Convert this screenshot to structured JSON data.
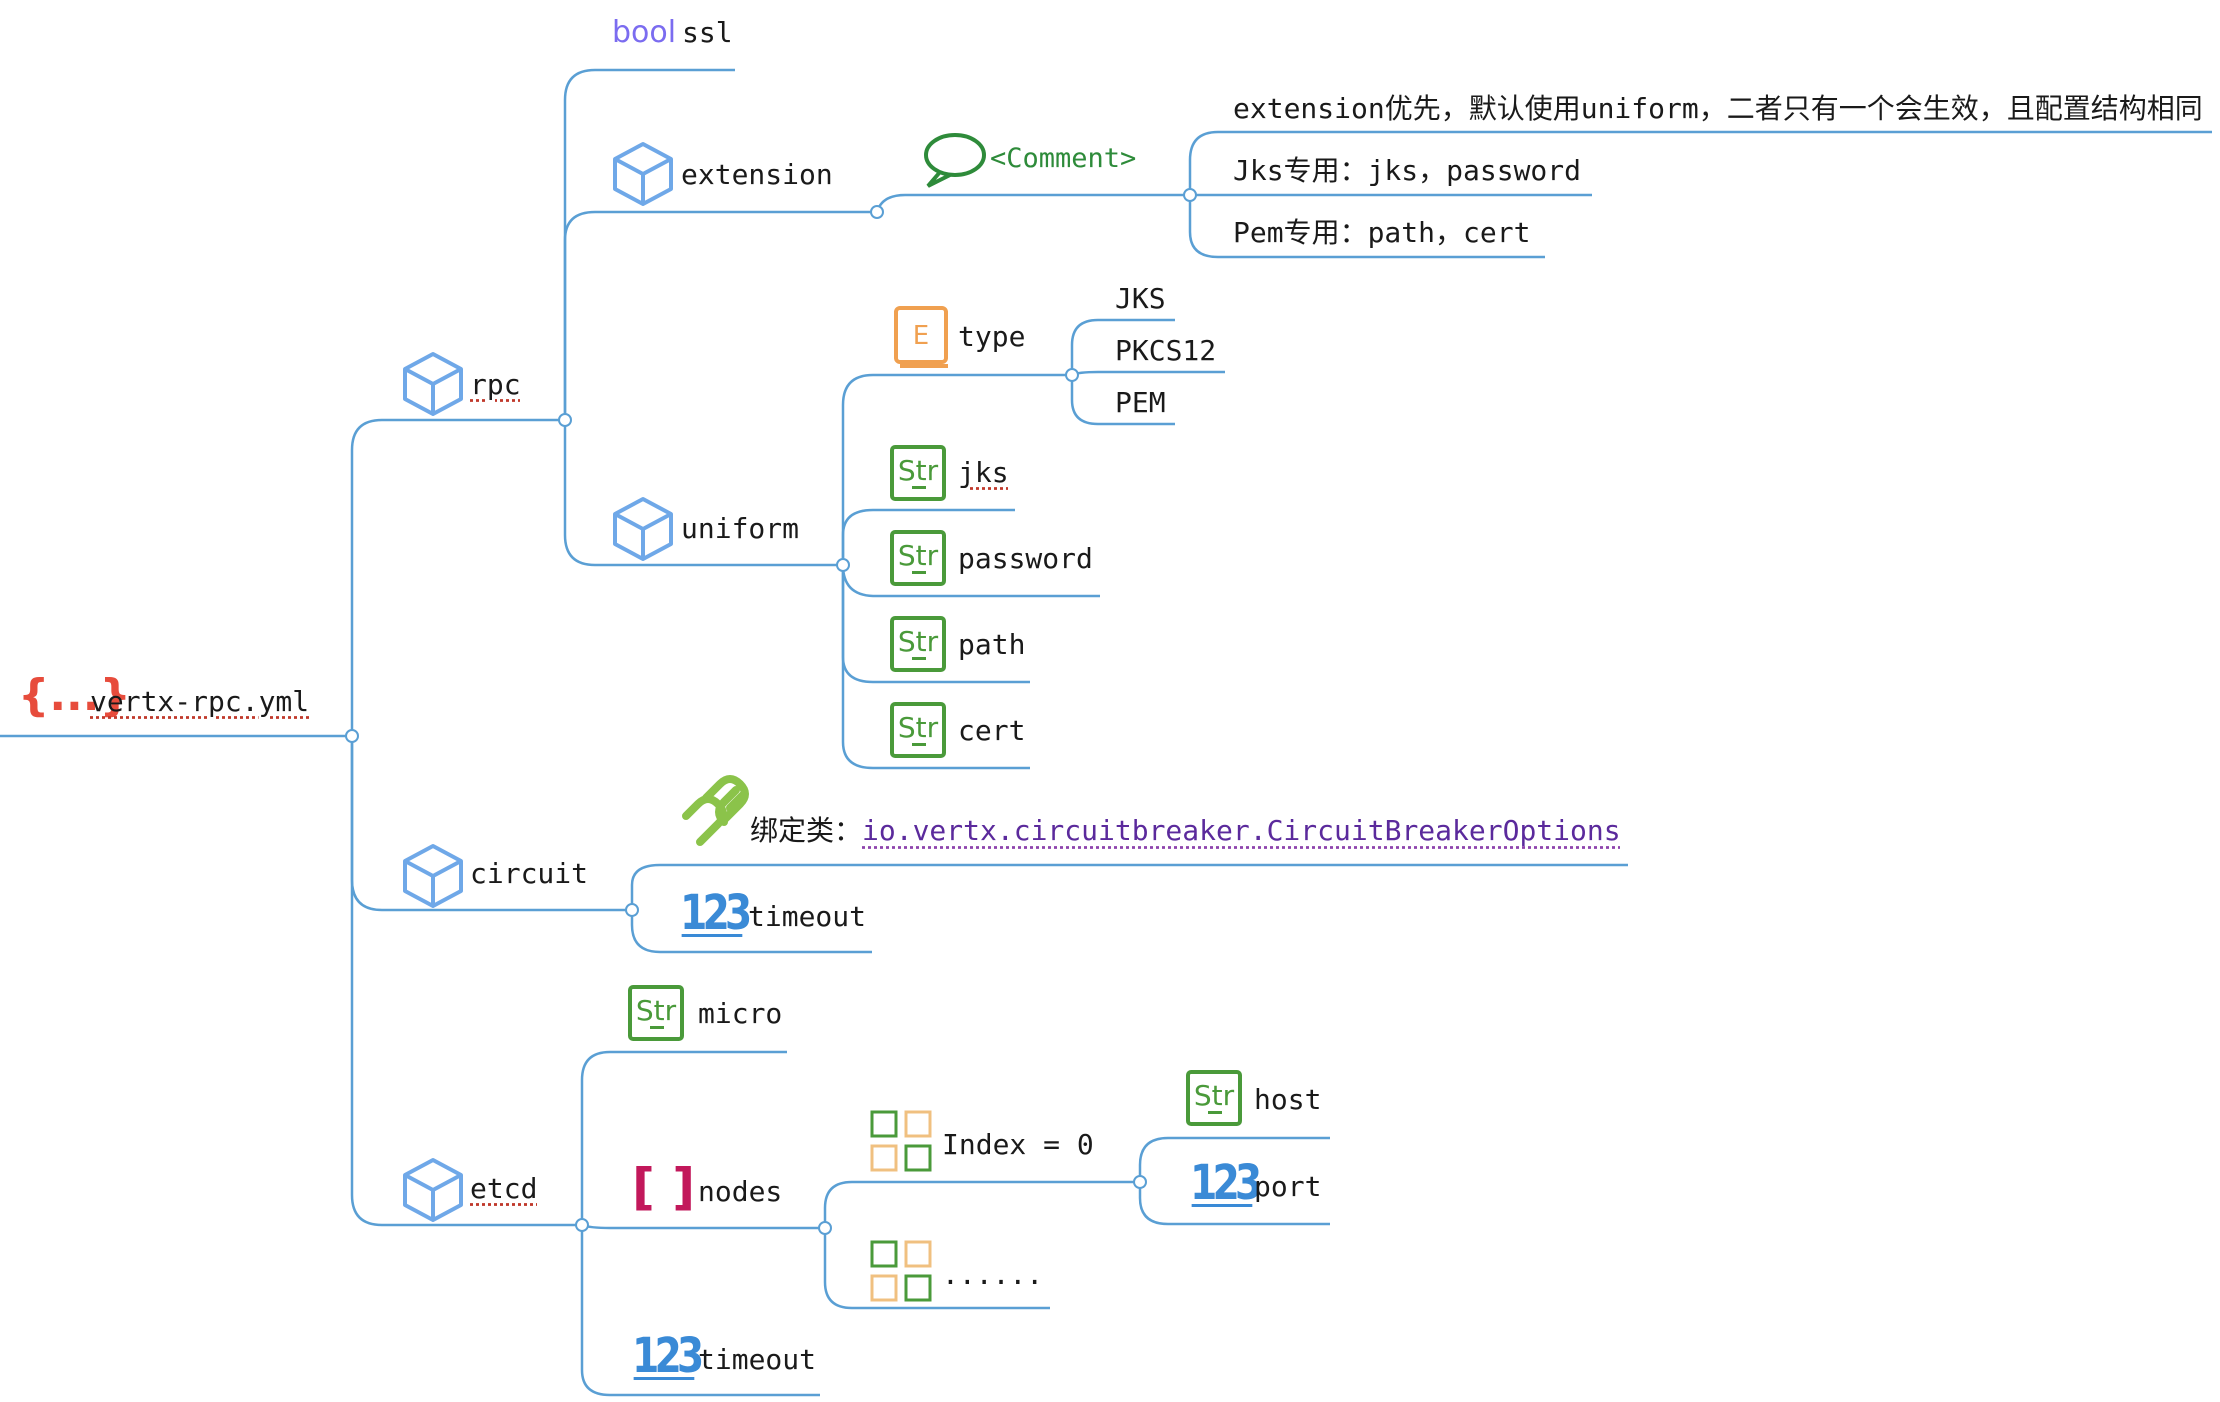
{
  "root": {
    "label": "vertx-rpc.yml",
    "icon": "json-object-icon"
  },
  "rpc": {
    "label": "rpc",
    "ssl": {
      "type": "bool",
      "label": "ssl"
    },
    "extension": {
      "label": "extension",
      "comment_tag": "<Comment>",
      "notes": [
        "extension优先，默认使用uniform，二者只有一个会生效，且配置结构相同",
        "Jks专用：jks，password",
        "Pem专用：path，cert"
      ]
    },
    "uniform": {
      "label": "uniform",
      "type": {
        "label": "type",
        "icon_letter": "E",
        "options": [
          "JKS",
          "PKCS12",
          "PEM"
        ]
      },
      "fields": [
        "jks",
        "password",
        "path",
        "cert"
      ]
    }
  },
  "circuit": {
    "label": "circuit",
    "binding_prefix": "绑定类：",
    "binding_class": "io.vertx.circuitbreaker.CircuitBreakerOptions",
    "timeout": "timeout"
  },
  "etcd": {
    "label": "etcd",
    "micro": "micro",
    "nodes": {
      "label": "nodes",
      "index_item": "Index = 0",
      "more_item": "......",
      "host": "host",
      "port": "port"
    },
    "timeout": "timeout"
  },
  "icons": {
    "str": "Str",
    "num": "123",
    "bool": "bool",
    "array": "[ ]",
    "object": "{...}"
  },
  "colors": {
    "line": "#5a9fd4",
    "cube": "#6fa8e8",
    "str": "#4a9a3a",
    "num": "#3a8ad6",
    "enum": "#f0a050",
    "array": "#c2185b",
    "object": "#e74c3c",
    "comment": "#2e8b3a",
    "link": "#5b2a9c"
  }
}
